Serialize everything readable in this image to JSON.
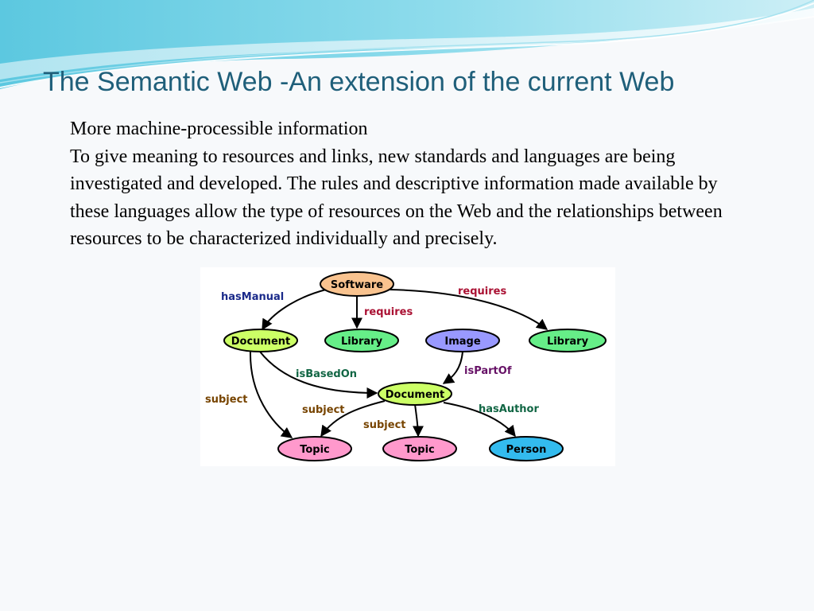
{
  "title": "The Semantic Web -An extension of the current Web",
  "body": {
    "line1": "More machine-processible information",
    "paragraph": "To give meaning to resources and links, new standards and languages are being investigated and developed. The rules and descriptive information made available by these languages allow the type of resources on the Web and the relationships between resources to be characterized individually and precisely."
  },
  "diagram": {
    "nodes": {
      "software": "Software",
      "document1": "Document",
      "library1": "Library",
      "image": "Image",
      "library2": "Library",
      "document2": "Document",
      "topic1": "Topic",
      "topic2": "Topic",
      "person": "Person"
    },
    "edges": {
      "hasManual": "hasManual",
      "requires1": "requires",
      "requires2": "requires",
      "isBasedOn": "isBasedOn",
      "isPartOf": "isPartOf",
      "subject1": "subject",
      "subject2": "subject",
      "subject3": "subject",
      "hasAuthor": "hasAuthor"
    },
    "colors": {
      "software": "#f9c38f",
      "document": "#ccff66",
      "library": "#66ee88",
      "image": "#9999ff",
      "topic": "#ff99cc",
      "person": "#33bbee",
      "label_blue": "#1a2a8a",
      "label_red": "#aa1133",
      "label_green": "#116644",
      "label_brown": "#774400",
      "label_purple": "#661166"
    }
  }
}
